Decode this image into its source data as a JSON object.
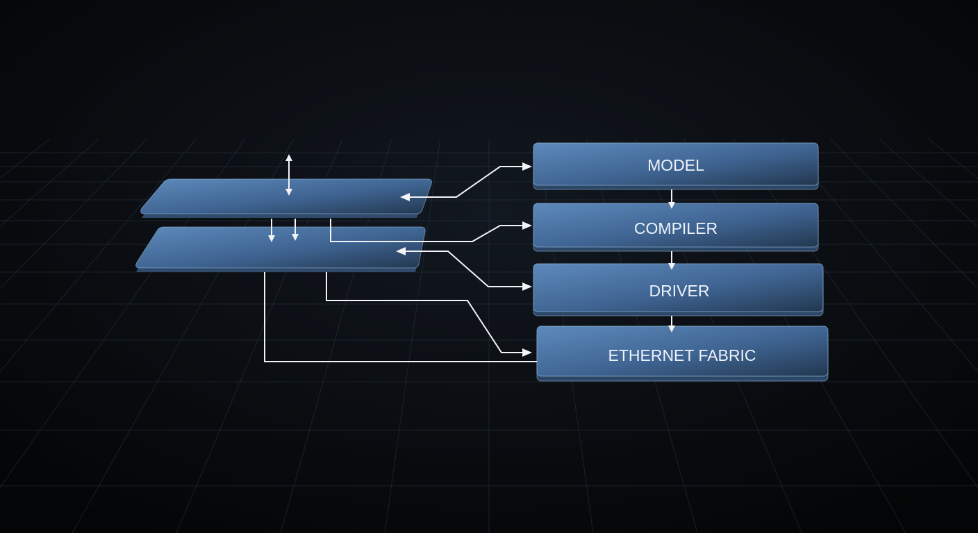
{
  "diagram": {
    "boxes": [
      {
        "id": "model",
        "label": "MODEL"
      },
      {
        "id": "compiler",
        "label": "COMPILER"
      },
      {
        "id": "driver",
        "label": "DRIVER"
      },
      {
        "id": "ethernet-fabric",
        "label": "ETHERNET FABRIC"
      }
    ],
    "colors": {
      "background": "#07090c",
      "box_fill_light": "#5b87b8",
      "box_fill_dark": "#27405f",
      "box_border": "#8fb2d8",
      "connector": "#f2f4f7"
    }
  }
}
